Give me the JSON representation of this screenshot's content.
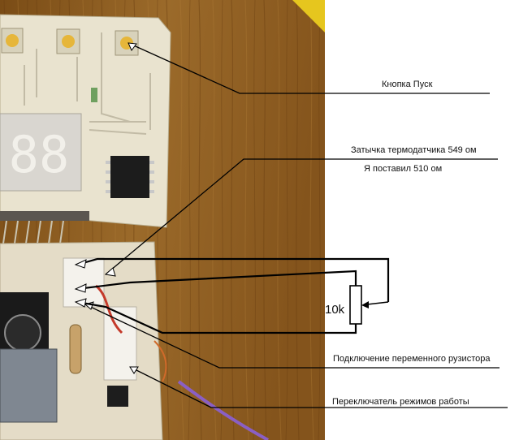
{
  "annotations": {
    "start_button": "Кнопка Пуск",
    "thermo_plug": "Затычка термодатчика 549 ом",
    "installed": "Я поставил 510 ом",
    "variable_resistor": "Подключение переменного рузистора",
    "mode_switch": "Переключатель режимов работы"
  },
  "resistor": {
    "value": "10k"
  },
  "display": {
    "digits": "88"
  },
  "photo": {
    "wood_color": "#8a5a1e",
    "pcb_color": "#e8e2cc",
    "button_color": "#e6b63a"
  }
}
